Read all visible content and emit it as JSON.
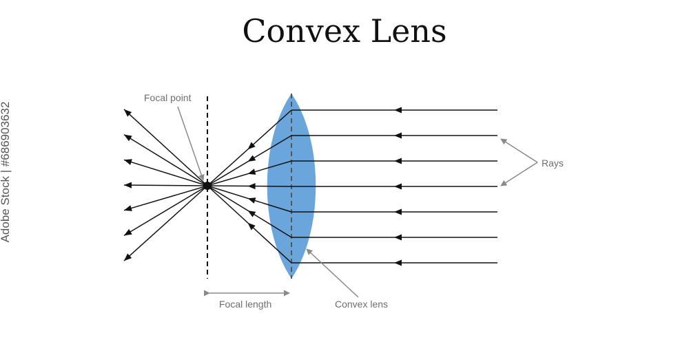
{
  "title": "Convex Lens",
  "labels": {
    "focal_point": "Focal point",
    "rays": "Rays",
    "focal_length": "Focal length",
    "convex_lens": "Convex lens"
  },
  "watermark": "Adobe Stock | #686903632",
  "colors": {
    "lens_fill": "#6aa5dc",
    "ray": "#111111",
    "annotation": "#8a8a8a",
    "label_text": "#6e6e6e"
  },
  "incoming_rays": 7
}
